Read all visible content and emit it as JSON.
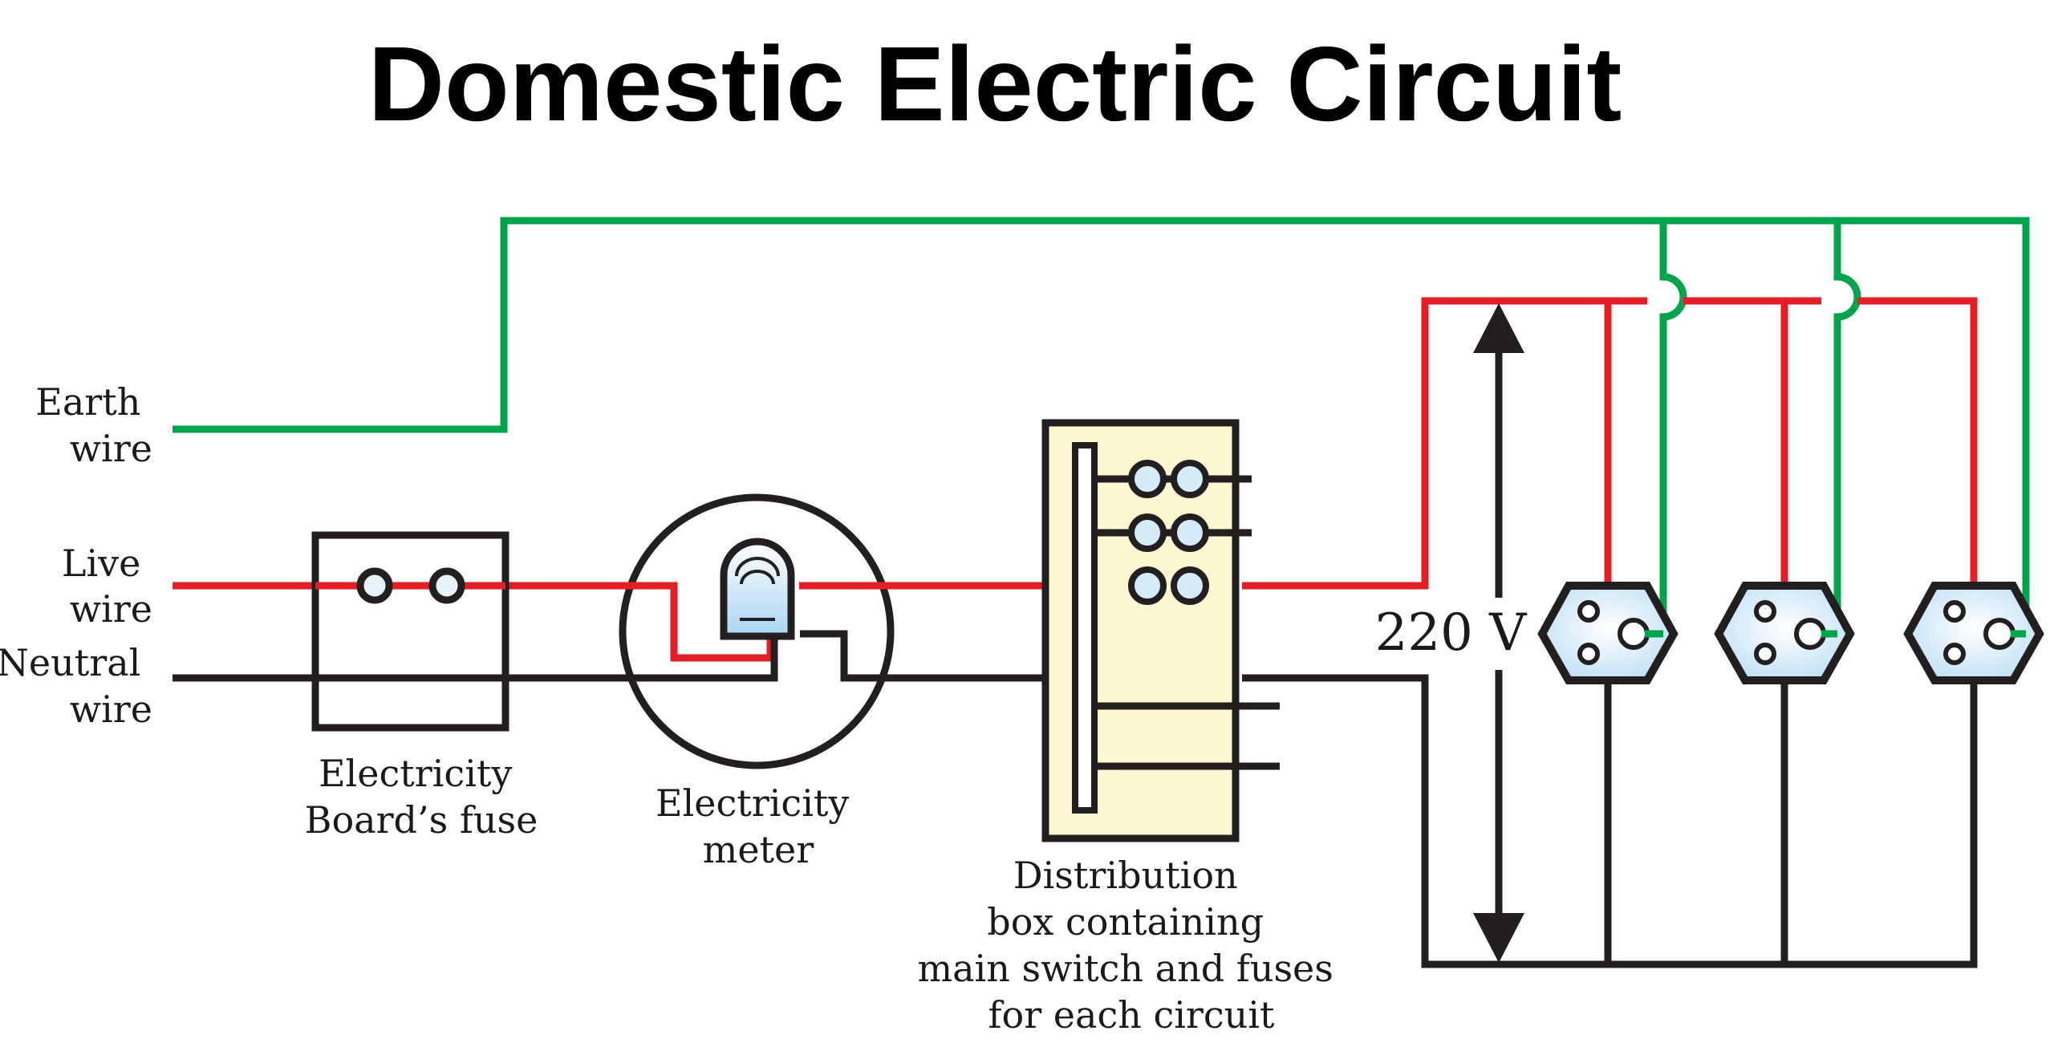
{
  "title": "Domestic Electric Circuit",
  "wires": {
    "earth": [
      "Earth",
      "wire"
    ],
    "live": [
      "Live",
      "wire"
    ],
    "neutral": [
      "Neutral",
      "wire"
    ]
  },
  "components": {
    "fuse": [
      "Electricity",
      "Board’s fuse"
    ],
    "meter": [
      "Electricity",
      "meter"
    ],
    "distribution": [
      "Distribution",
      "box containing",
      "main switch and fuses",
      "for each circuit"
    ]
  },
  "voltage": "220 V",
  "colors": {
    "live": "#e31e24",
    "earth": "#00a44a",
    "neutral": "#231f20",
    "distribution_fill": "#fdf8d2",
    "socket_fill": "#cfe8f7"
  },
  "icons": [
    "fuse-icon",
    "meter-icon",
    "distribution-box-icon",
    "socket-icon"
  ]
}
